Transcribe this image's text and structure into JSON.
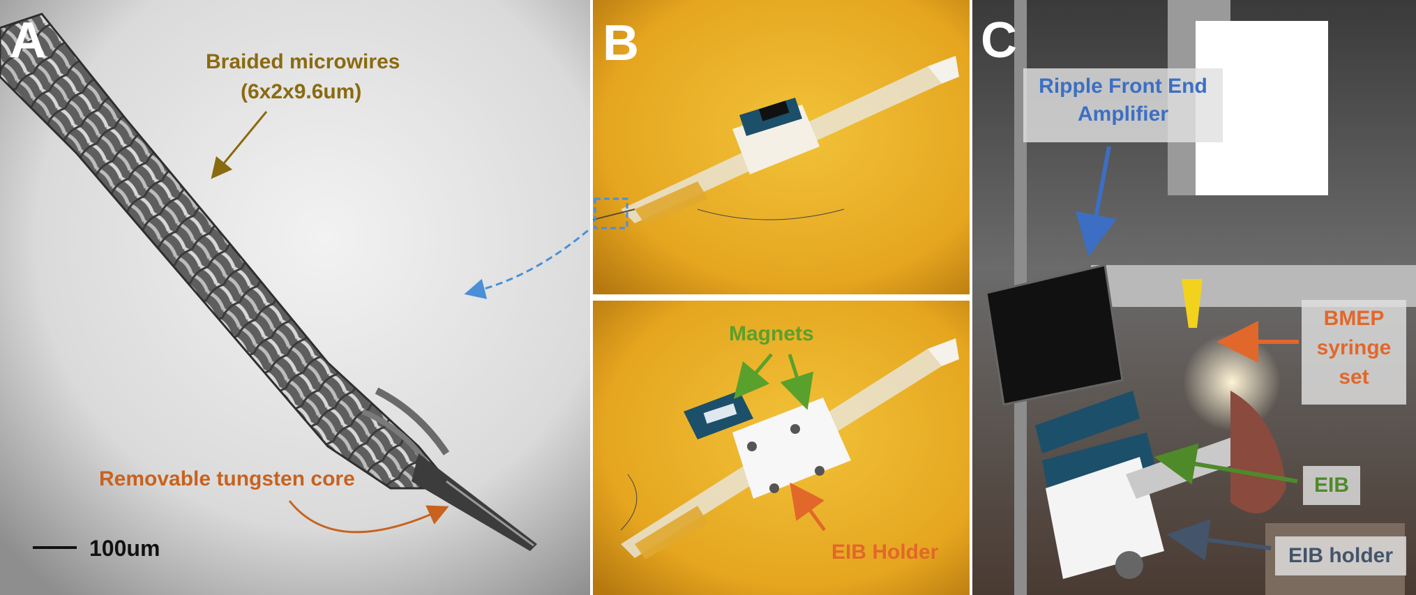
{
  "panels": {
    "a": {
      "letter": "A",
      "braided_label": "Braided microwires",
      "braided_dims": "(6x2x9.6um)",
      "core_label": "Removable tungsten core",
      "scale_label": "100um"
    },
    "b": {
      "letter": "B",
      "magnets_label": "Magnets",
      "eib_holder_label": "EIB Holder"
    },
    "c": {
      "letter": "C",
      "amp_line1": "Ripple Front End",
      "amp_line2": "Amplifier",
      "bmep_line1": "BMEP",
      "bmep_line2": "syringe",
      "bmep_line3": "set",
      "eib_label": "EIB",
      "eib_holder_label": "EIB holder"
    }
  },
  "colors": {
    "braided": "#8a6a10",
    "tungsten": "#c8621e",
    "blue_arrow": "#4a8fd8",
    "green": "#5aa02c",
    "orange": "#e2672a",
    "amp_blue": "#3c6fc4",
    "eib_green": "#4e8a2a",
    "eib_holder": "#44546a"
  }
}
